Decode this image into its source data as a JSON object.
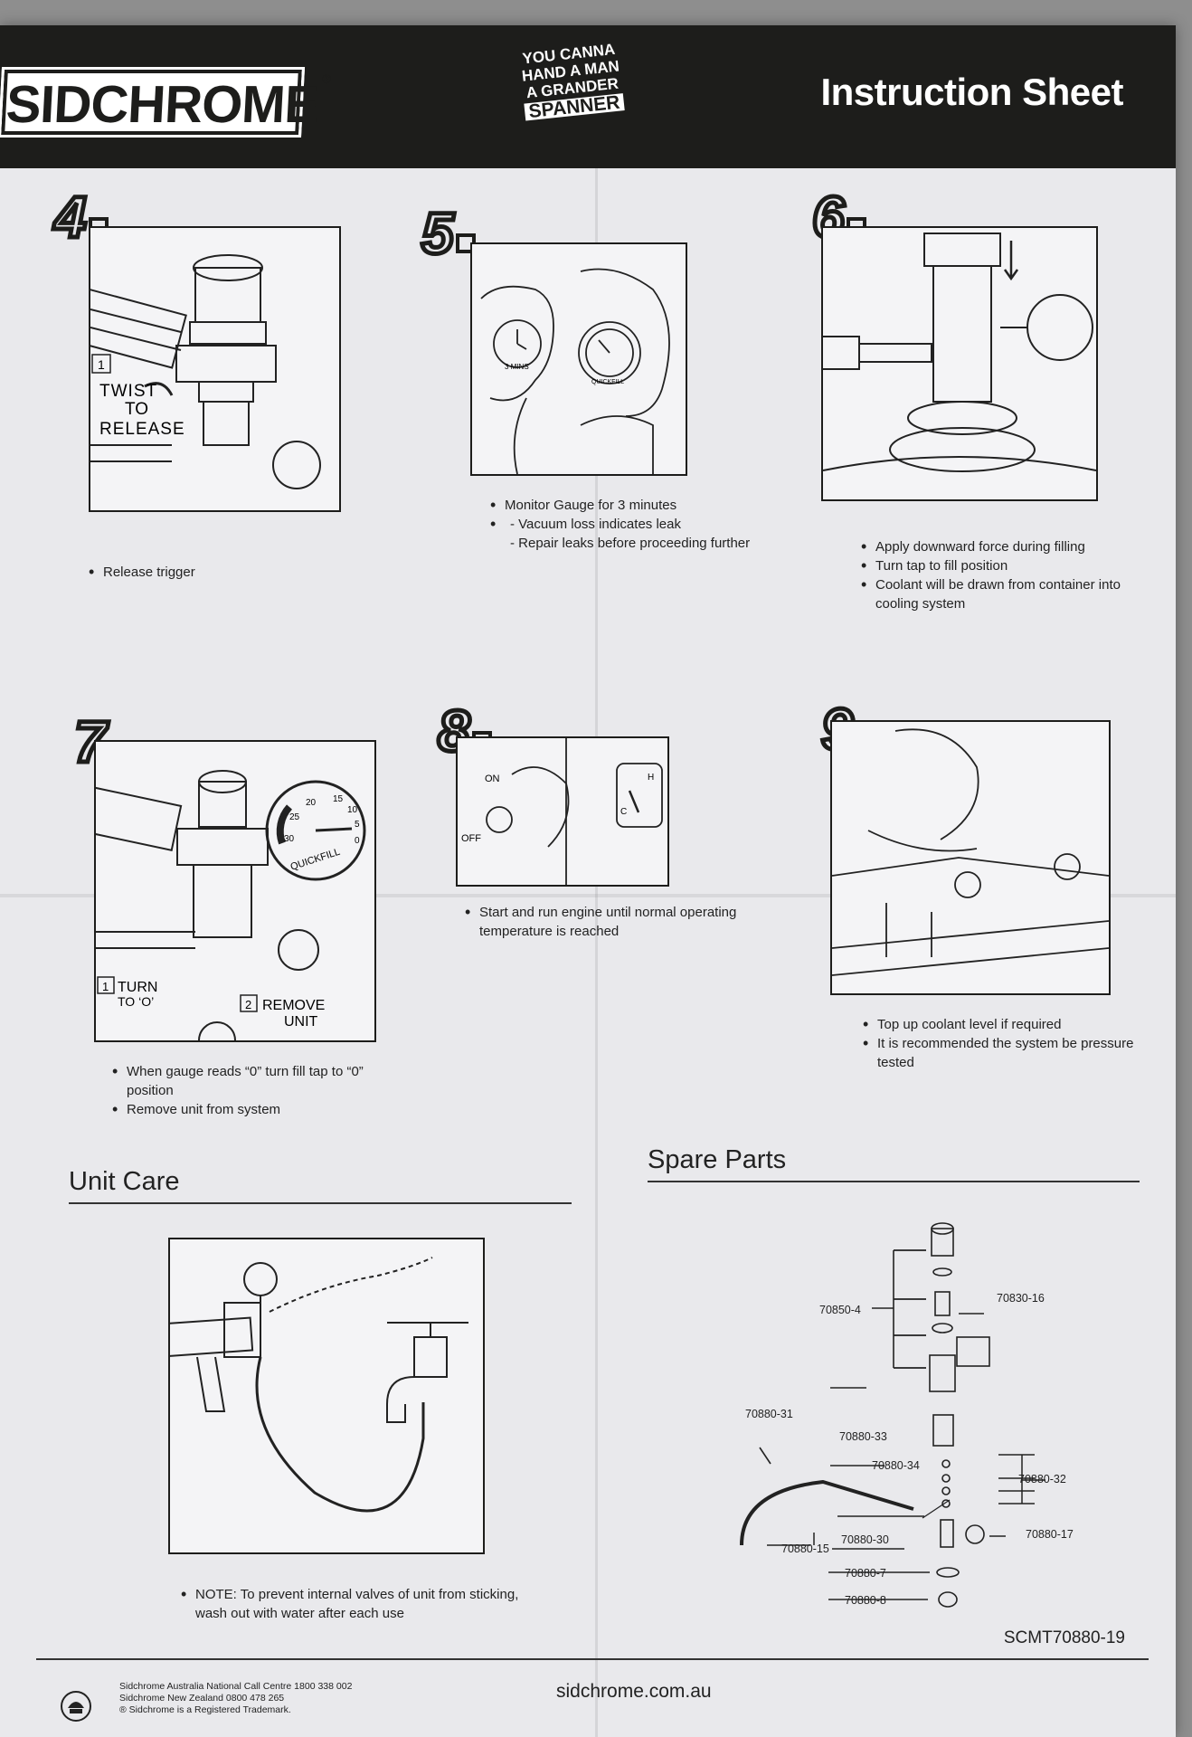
{
  "header": {
    "brand": "SIDCHROME",
    "registered": "®",
    "slogan": [
      "YOU CANNA",
      "HAND A MAN",
      "A GRANDER",
      "SPANNER"
    ],
    "title": "Instruction Sheet"
  },
  "steps": [
    {
      "number": "4",
      "bullets": [
        "Release trigger"
      ],
      "labels": [
        "1",
        "TWIST",
        "TO",
        "RELEASE"
      ]
    },
    {
      "number": "5",
      "bullets": [
        "Monitor Gauge for 3 minutes"
      ],
      "sub": [
        "- Vacuum loss indicates leak",
        "- Repair leaks before proceeding further"
      ],
      "labels": [
        "3 MINS",
        "QUICKFILL"
      ]
    },
    {
      "number": "6",
      "bullets": [
        "Apply downward force during filling",
        "Turn tap to fill position",
        "Coolant will be drawn from container into cooling system"
      ]
    },
    {
      "number": "7",
      "bullets": [
        "When gauge reads “0” turn fill tap to “0” position",
        "Remove unit from system"
      ],
      "labels": [
        "1",
        "TURN",
        "TO ‘O’",
        "2",
        "REMOVE",
        "UNIT",
        "QUICKFILL",
        "20",
        "15",
        "25",
        "10",
        "30",
        "5",
        "0"
      ]
    },
    {
      "number": "8",
      "bullets": [
        "Start and run engine until normal operating temperature is reached"
      ],
      "labels": [
        "ON",
        "OFF",
        "H",
        "C"
      ]
    },
    {
      "number": "9",
      "bullets": [
        "Top up coolant level if required",
        "It is recommended the system be pressure tested"
      ]
    }
  ],
  "unit_care": {
    "title": "Unit Care",
    "note": "NOTE: To prevent internal valves of unit from sticking, wash out with water after each use"
  },
  "spare_parts": {
    "title": "Spare Parts",
    "labels": {
      "p1": "70850-4",
      "p2": "70830-16",
      "p3": "70880-31",
      "p4": "70880-33",
      "p5": "70880-34",
      "p6": "70880-32",
      "p7": "70880-30",
      "p8": "70880-17",
      "p9": "70880-15",
      "p10": "70880-7",
      "p11": "70880-8"
    }
  },
  "footer": {
    "code": "SCMT70880-19",
    "url": "sidchrome.com.au",
    "info": [
      "Sidchrome Australia National Call Centre 1800 338 002",
      "Sidchrome New Zealand 0800 478 265",
      "® Sidchrome is a Registered Trademark."
    ]
  }
}
